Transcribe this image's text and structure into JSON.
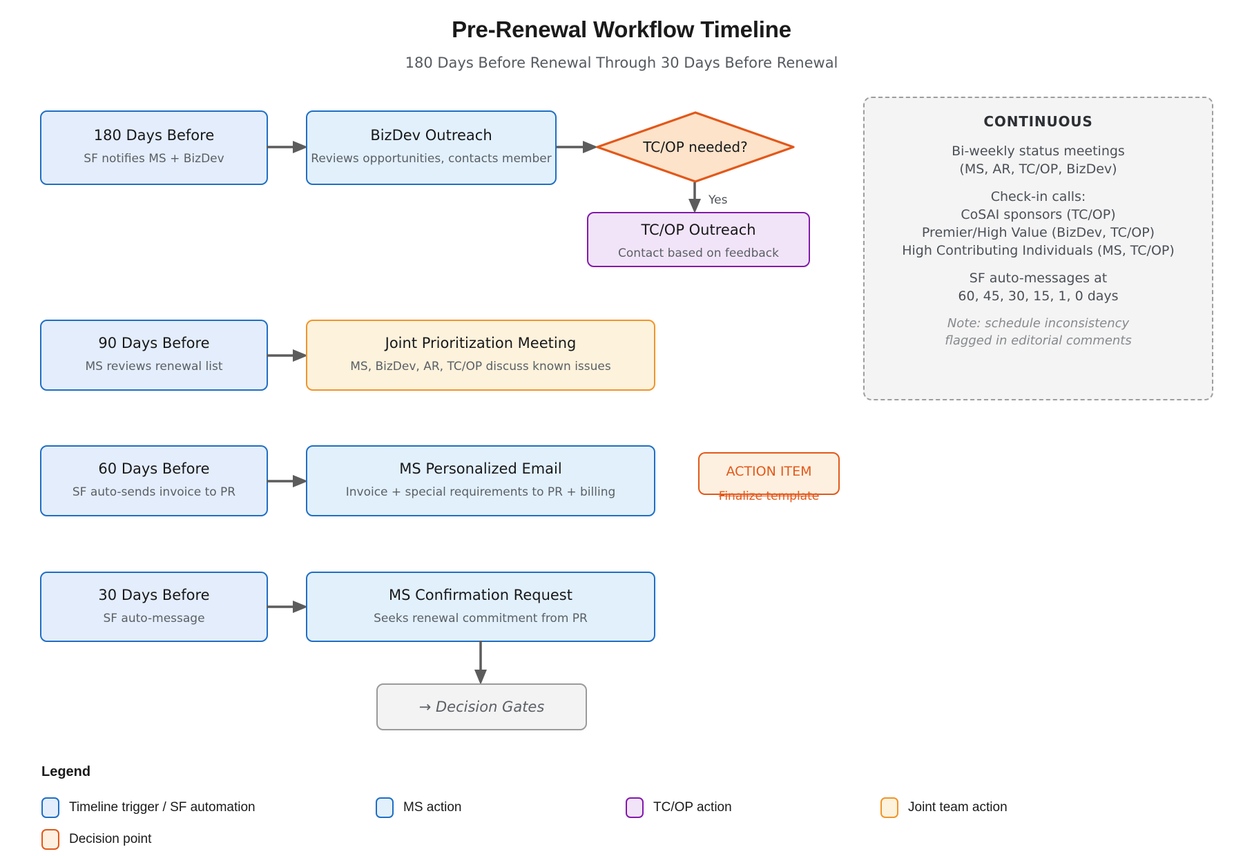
{
  "header": {
    "title": "Pre-Renewal Workflow Timeline",
    "subtitle": "180 Days Before Renewal Through 30 Days Before Renewal"
  },
  "nodes": {
    "d180": {
      "title": "180 Days Before",
      "sub": "SF notifies MS + BizDev"
    },
    "bizdev": {
      "title": "BizDev Outreach",
      "sub": "Reviews opportunities, contacts member"
    },
    "decision": {
      "title": "TC/OP needed?"
    },
    "tcop": {
      "title": "TC/OP Outreach",
      "sub": "Contact based on feedback"
    },
    "d90": {
      "title": "90 Days Before",
      "sub": "MS reviews renewal list"
    },
    "joint": {
      "title": "Joint Prioritization Meeting",
      "sub": "MS, BizDev, AR, TC/OP discuss known issues"
    },
    "d60": {
      "title": "60 Days Before",
      "sub": "SF auto-sends invoice to PR"
    },
    "email": {
      "title": "MS Personalized Email",
      "sub": "Invoice + special requirements to PR + billing"
    },
    "action": {
      "title": "ACTION ITEM",
      "sub": "Finalize template"
    },
    "d30": {
      "title": "30 Days Before",
      "sub": "SF auto-message"
    },
    "confirm": {
      "title": "MS Confirmation Request",
      "sub": "Seeks renewal commitment from PR"
    },
    "next": {
      "title": "→ Decision Gates"
    }
  },
  "edges": {
    "yes_label": "Yes"
  },
  "panel": {
    "heading": "CONTINUOUS",
    "lines1": [
      "Bi-weekly status meetings",
      "(MS, AR, TC/OP, BizDev)"
    ],
    "lines2": [
      "Check-in calls:",
      "CoSAI sponsors (TC/OP)",
      "Premier/High Value (BizDev, TC/OP)",
      "High Contributing Individuals (MS, TC/OP)"
    ],
    "lines3": [
      "SF auto-messages at",
      "60, 45, 30, 15, 1, 0 days"
    ],
    "note": [
      "Note: schedule inconsistency",
      "flagged in editorial comments"
    ]
  },
  "legend": {
    "title": "Legend",
    "items": [
      {
        "label": "Timeline trigger / SF automation",
        "fill": "#e4edfb",
        "stroke": "#1f6fc4"
      },
      {
        "label": "MS action",
        "fill": "#e2f0fc",
        "stroke": "#1f6fc4"
      },
      {
        "label": "TC/OP action",
        "fill": "#f2e4f8",
        "stroke": "#8319ad"
      },
      {
        "label": "Joint team action",
        "fill": "#fdf2dc",
        "stroke": "#f0952a"
      },
      {
        "label": "Decision point",
        "fill": "#fdf0e0",
        "stroke": "#e2581a"
      }
    ]
  },
  "colors": {
    "blue_stroke": "#1f6fc4",
    "purple_stroke": "#8319ad",
    "orange_stroke": "#f0952a",
    "red_orange_stroke": "#e2581a",
    "arrow_gray": "#5c5c5c",
    "panel_border": "#9d9d9d"
  }
}
